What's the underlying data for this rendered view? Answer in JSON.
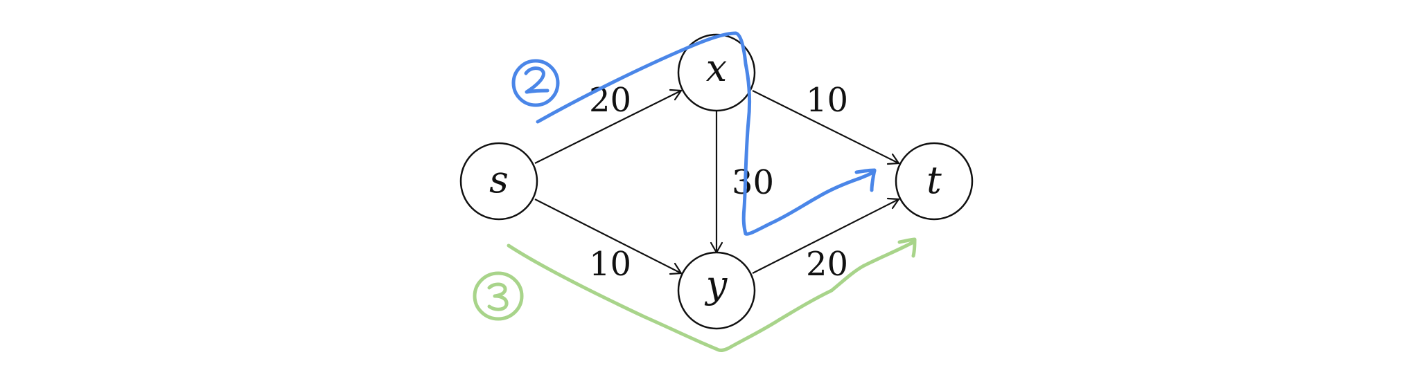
{
  "diagram": {
    "nodes": [
      {
        "id": "s",
        "label": "s"
      },
      {
        "id": "x",
        "label": "x"
      },
      {
        "id": "y",
        "label": "y"
      },
      {
        "id": "t",
        "label": "t"
      }
    ],
    "edges": [
      {
        "from": "s",
        "to": "x",
        "capacity": "20"
      },
      {
        "from": "s",
        "to": "y",
        "capacity": "10"
      },
      {
        "from": "x",
        "to": "y",
        "capacity": "30"
      },
      {
        "from": "x",
        "to": "t",
        "capacity": "10"
      },
      {
        "from": "y",
        "to": "t",
        "capacity": "20"
      }
    ],
    "annotations": [
      {
        "mark": "2",
        "color": "#4a86e8",
        "path": [
          "s",
          "x",
          "y",
          "t"
        ]
      },
      {
        "mark": "3",
        "color": "#a8d48a",
        "path": [
          "s",
          "y",
          "t"
        ]
      }
    ],
    "edge_color": "#111111"
  }
}
